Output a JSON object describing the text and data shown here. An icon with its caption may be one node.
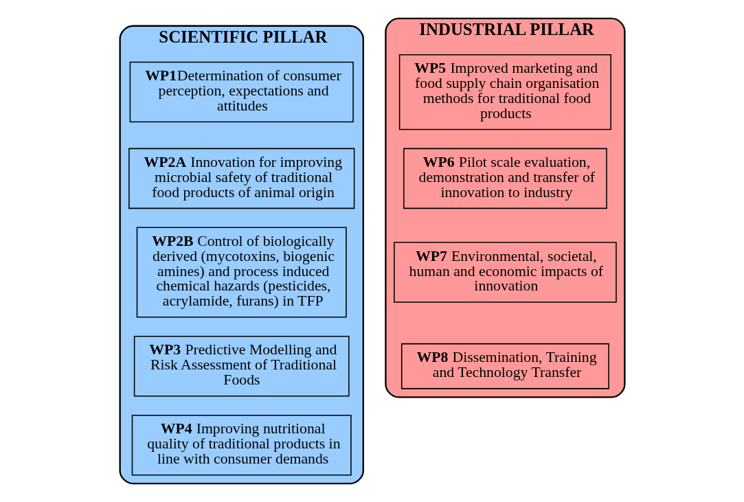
{
  "diagram": {
    "nodes": [
      {
        "text": [
          "SCIENTIFIC PILLAR"
        ]
      },
      {
        "text": [
          "**WP1**Determination of consumer perception, expectations and attitudes"
        ],
        "in": 0
      },
      {
        "text": [
          "**WP2A** Innovation for improving microbial safety of traditional food products of animal origin"
        ],
        "in": 0
      },
      {
        "text": [
          "**WP2B** Control of biologically derived (mycotoxins, biogenic amines) and process induced chemical hazards (pesticides, acrylamide, furans) in TFP"
        ],
        "in": 0
      },
      {
        "text": [
          "**WP3** Predictive Modelling and Risk Assessment of Traditional Foods"
        ],
        "in": 0
      },
      {
        "text": [
          "**WP4** Improving nutritional quality of traditional products in line with consumer demands"
        ],
        "in": 0
      },
      {
        "text": [
          "INDUSTRIAL PILLAR"
        ]
      },
      {
        "text": [
          "**WP5** Improved marketing and food supply chain organisation methods for traditional food products"
        ],
        "in": 6
      },
      {
        "text": [
          "**WP6** Pilot scale evaluation, demonstration and transfer of innovation to industry"
        ],
        "in": 6
      },
      {
        "text": [
          "**WP7** Environmental, societal, human and economic impacts of innovation"
        ],
        "in": 6
      },
      {
        "text": [
          "**WP8** Dissemination, Training and Technology Transfer"
        ],
        "in": 6
      }
    ],
    "edges": []
  }
}
